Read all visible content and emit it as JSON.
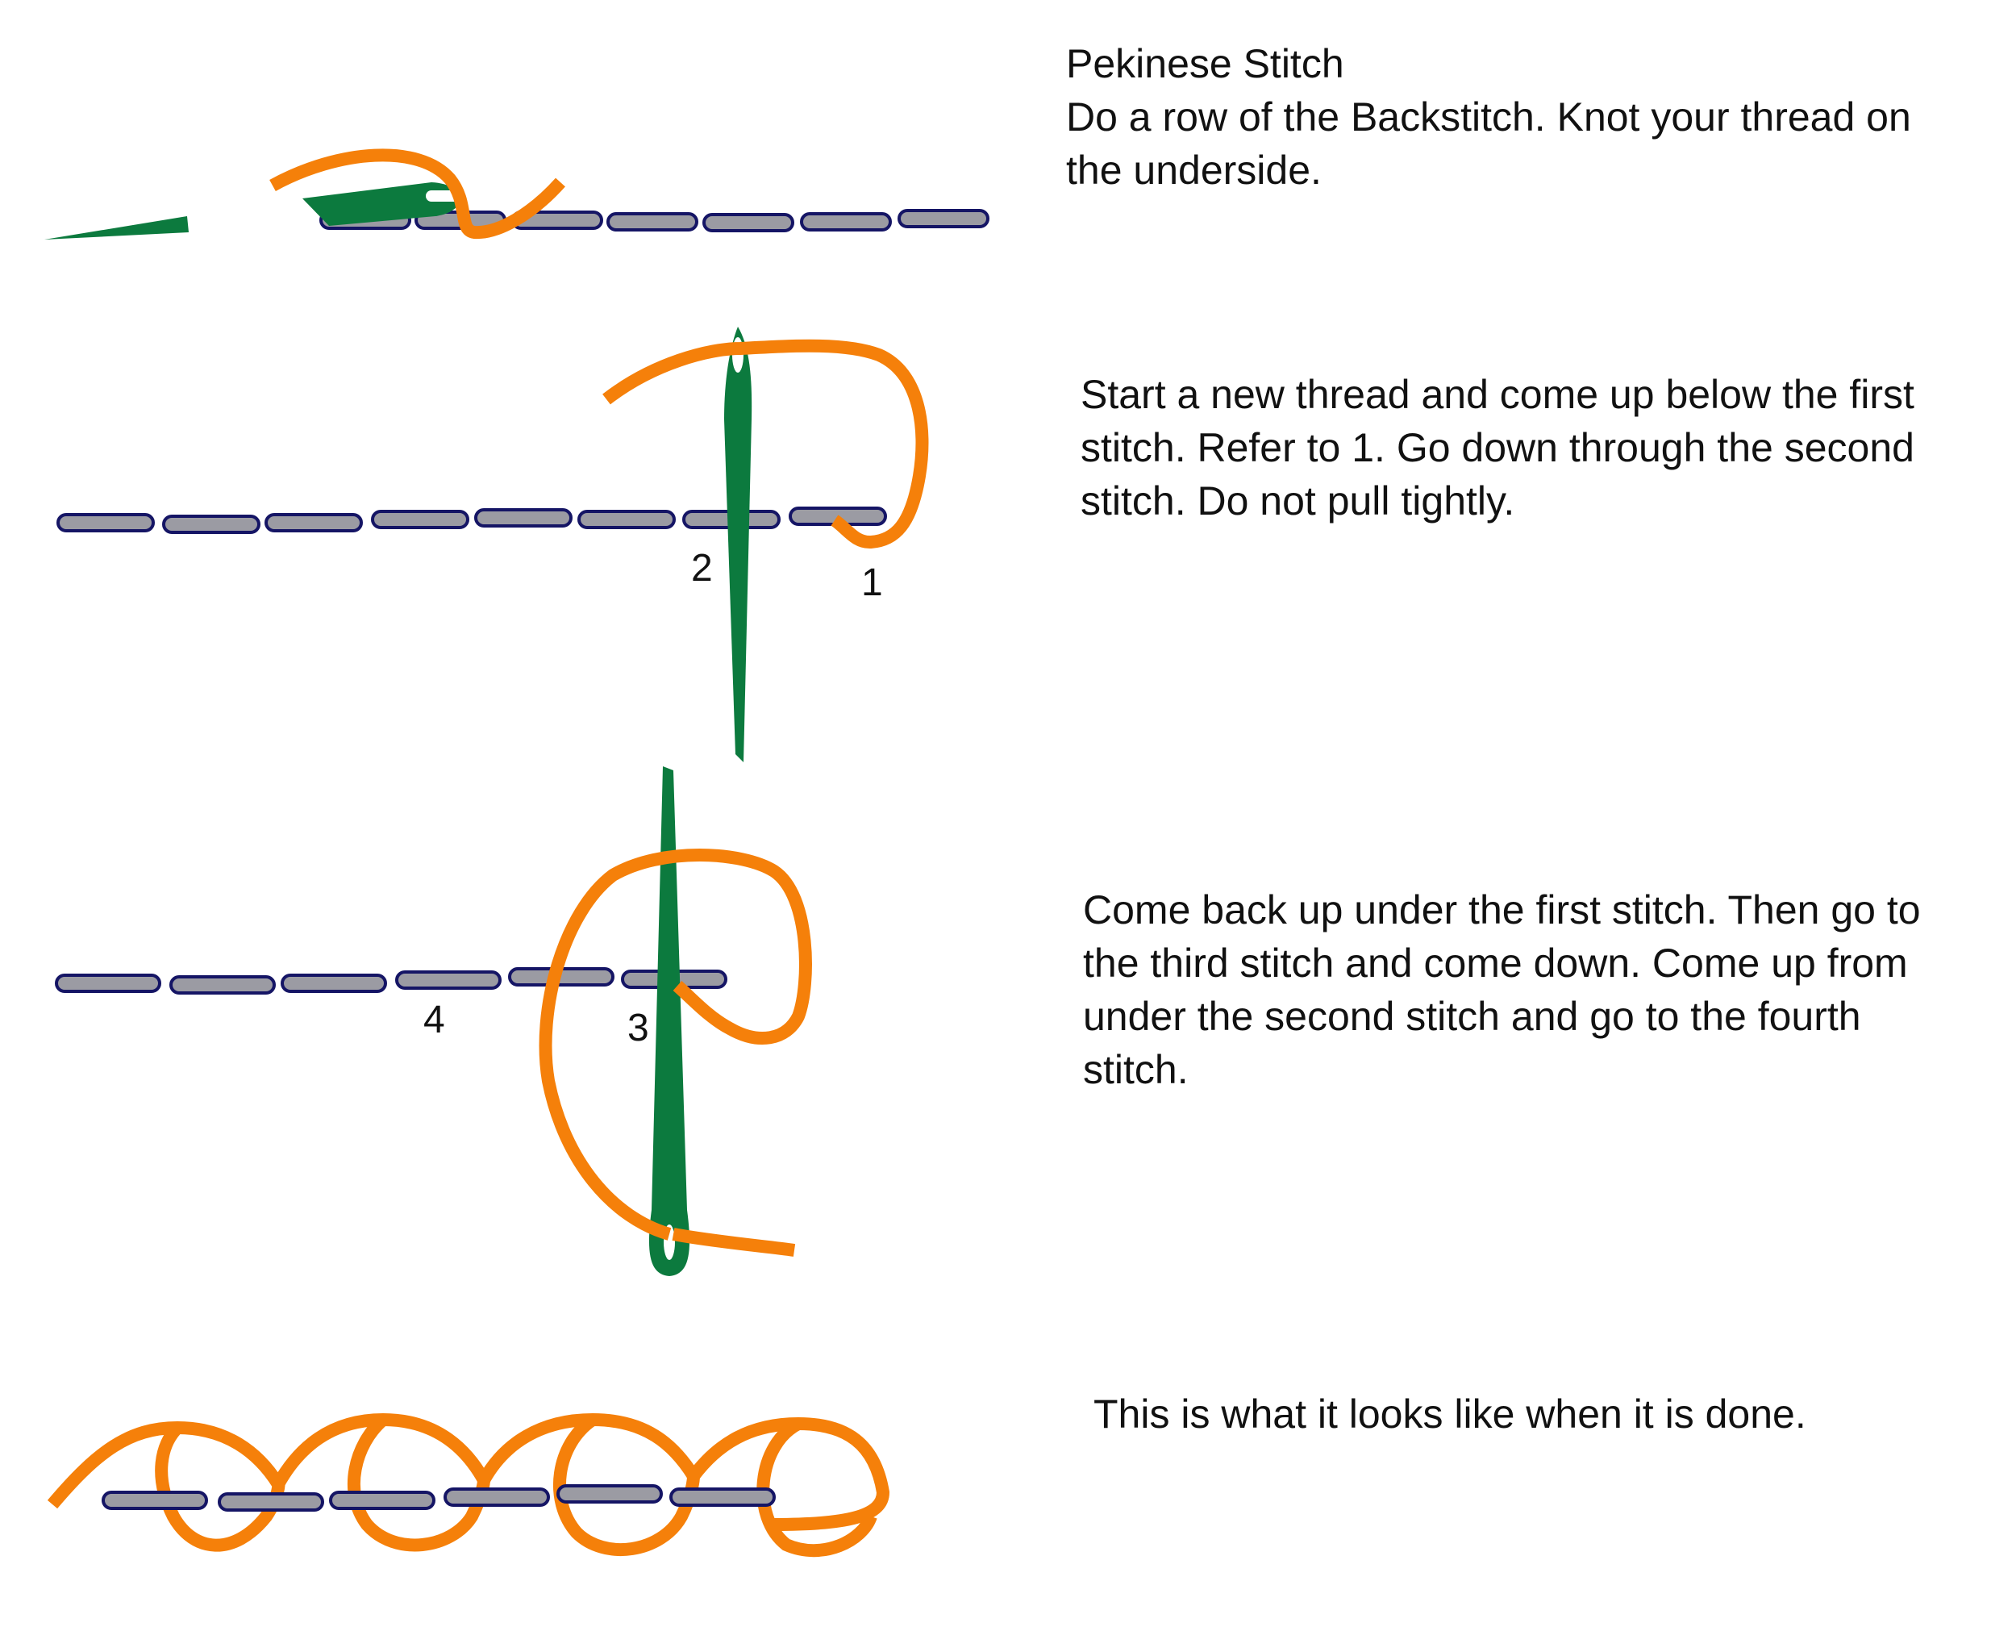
{
  "title": "Pekinese Stitch",
  "colors": {
    "thread": "#F5800A",
    "needle": "#0C7A3E",
    "stitch_fill": "#9B9BA3",
    "stitch_outline": "#151565",
    "text": "#111111"
  },
  "icons": [
    "needle-icon",
    "thread-loop",
    "backstitch-segment"
  ],
  "steps": [
    {
      "lines": [
        "Do a row of the Backstitch. Knot your thread on",
        "the underside."
      ],
      "markers": []
    },
    {
      "lines": [
        "Start a new thread and come up below the first",
        "stitch. Refer to 1. Go down through the second",
        "stitch. Do not pull tightly."
      ],
      "markers": [
        "2",
        "1"
      ]
    },
    {
      "lines": [
        "Come back up under the first stitch. Then go to",
        "the third stitch and come down. Come up from",
        "under the second stitch and go to the fourth",
        "stitch."
      ],
      "markers": [
        "4",
        "3"
      ]
    },
    {
      "lines": [
        "This is what it looks like when it is done."
      ],
      "markers": []
    }
  ]
}
